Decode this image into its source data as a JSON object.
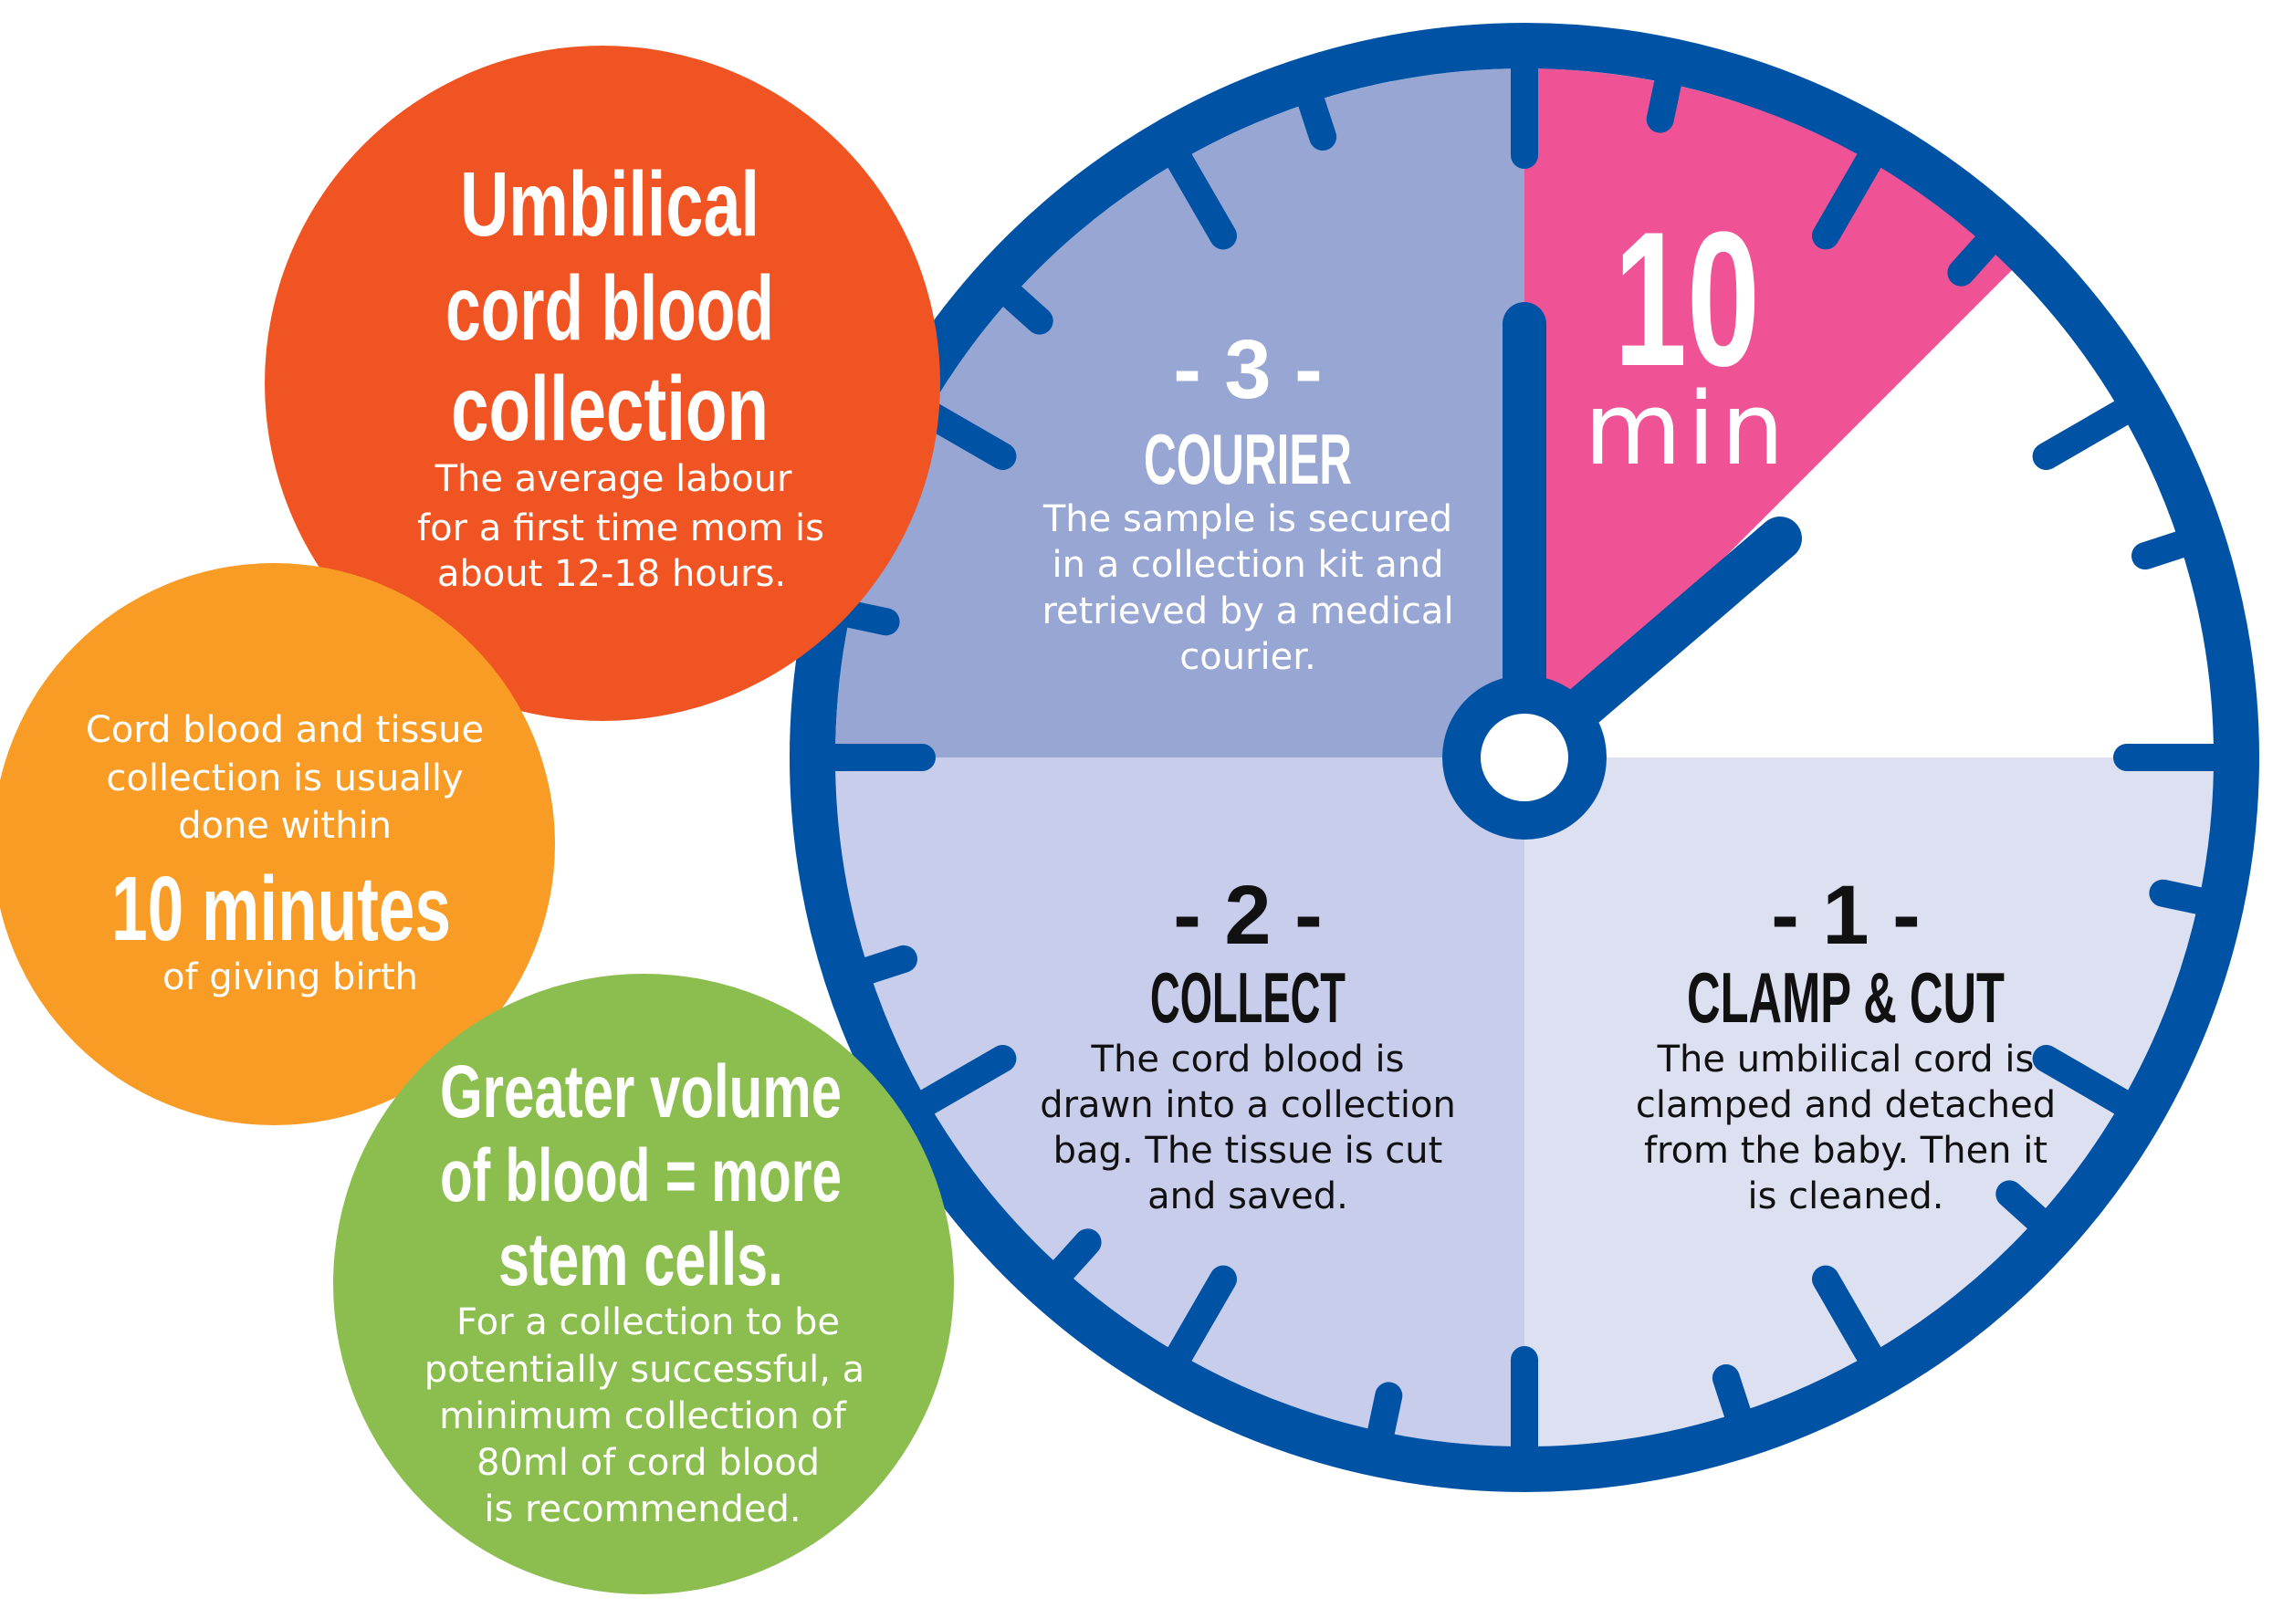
{
  "colors": {
    "clock_blue": "#0052A5",
    "quadrant_courier": "#98A6D3",
    "quadrant_collect": "#C7CDEA",
    "quadrant_clamp": "#DCE0F1",
    "wedge_pink": "#EF5295",
    "circle_orange_red": "#F05423",
    "circle_orange": "#F89C26",
    "circle_green": "#8CBD4F",
    "white": "#FFFFFF",
    "dark_text": "#111111"
  },
  "timer": {
    "number": "10",
    "unit": "min"
  },
  "steps": [
    {
      "num": "- 1 -",
      "title": "CLAMP & CUT",
      "lines": [
        "The umbilical cord is",
        "clamped and detached",
        "from the baby. Then it",
        "is cleaned."
      ]
    },
    {
      "num": "- 2 -",
      "title": "COLLECT",
      "lines": [
        "The cord blood is",
        "drawn into a collection",
        "bag. The tissue is cut",
        "and saved."
      ]
    },
    {
      "num": "- 3 -",
      "title": "COURIER",
      "lines": [
        "The sample is secured",
        "in a collection kit and",
        "retrieved by a medical",
        "courier."
      ]
    }
  ],
  "circles": {
    "umbilical": {
      "title_lines": [
        "Umbilical",
        "cord blood",
        "collection"
      ],
      "body_lines": [
        "The average labour",
        "for a first time mom is",
        "about 12-18 hours."
      ]
    },
    "ten_minutes": {
      "pre_lines": [
        "Cord blood and tissue",
        "collection is usually",
        "done within"
      ],
      "highlight": "10 minutes",
      "post_line": "of giving birth"
    },
    "volume": {
      "title_lines": [
        "Greater volume",
        "of blood = more",
        "stem cells."
      ],
      "body_lines": [
        "For a collection to be",
        "potentially successful, a",
        "minimum collection of",
        "80ml of cord blood",
        "is recommended."
      ]
    }
  }
}
